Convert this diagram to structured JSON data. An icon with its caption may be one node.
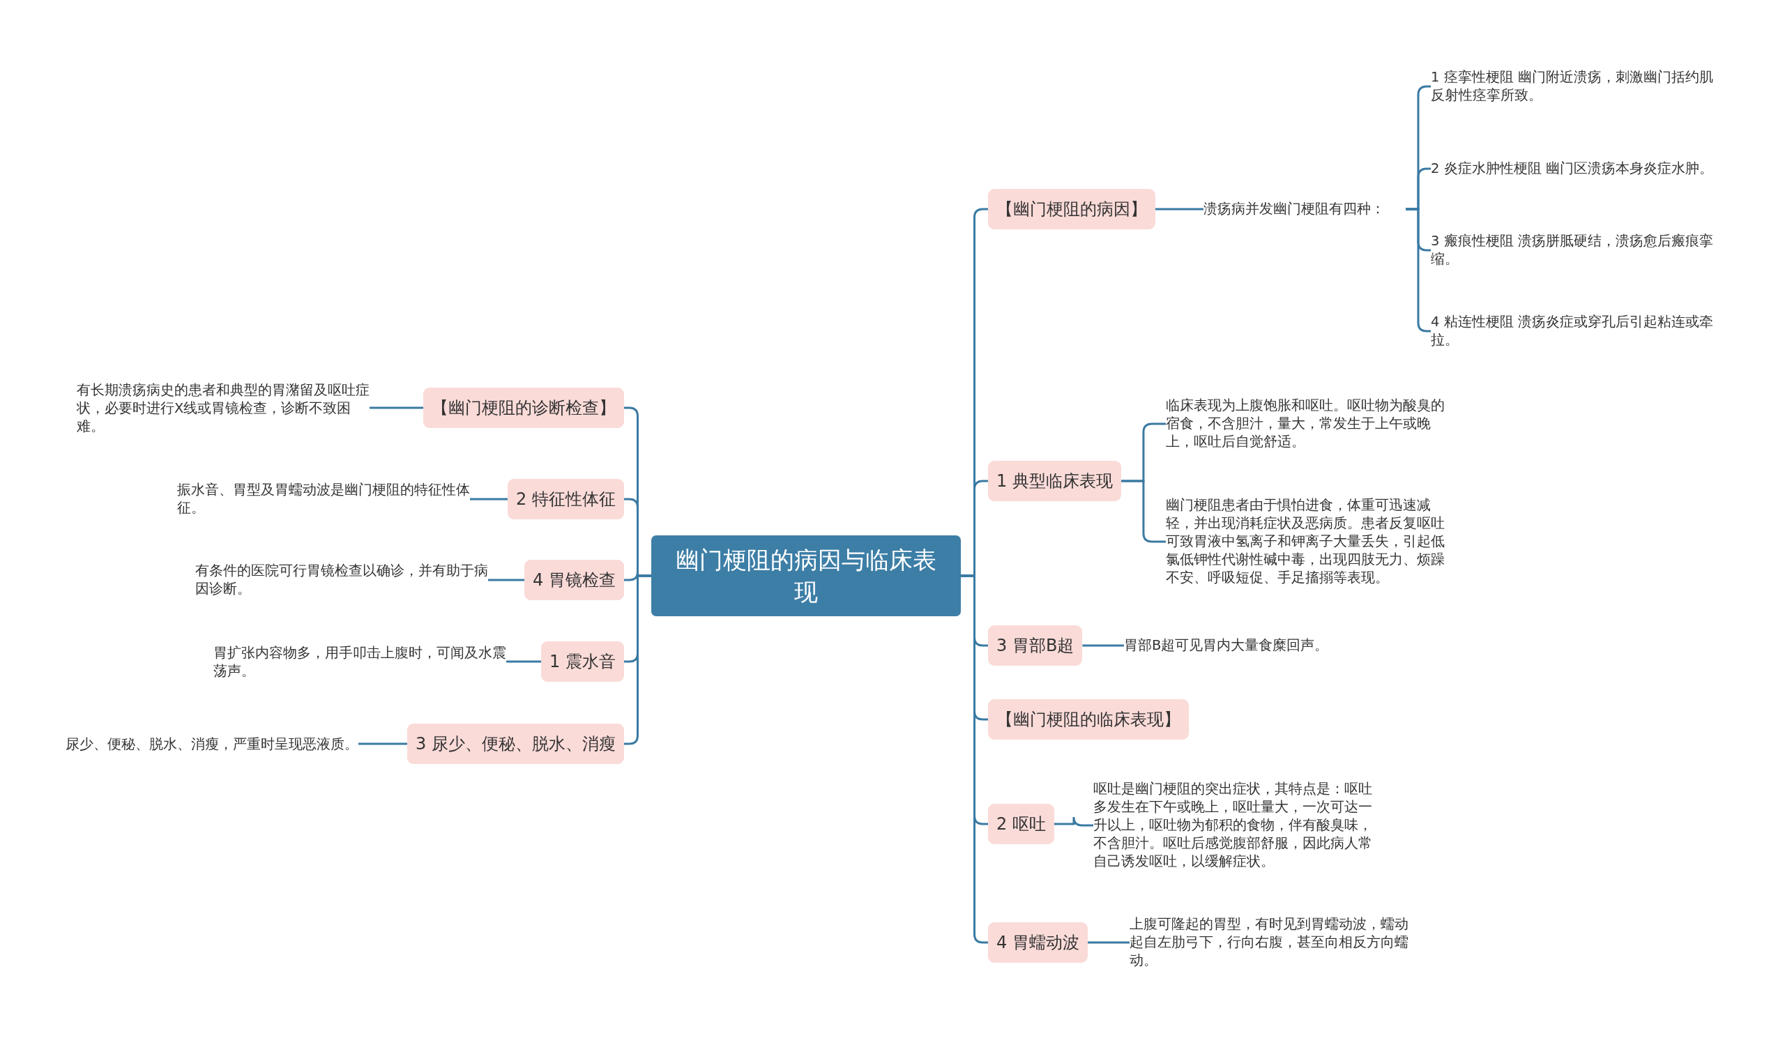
{
  "diagram": {
    "nodes": [
      {
        "text": [
          "幽门梗阻的病因与临床表现"
        ]
      },
      {
        "text": [
          "【幽门梗阻的病因】"
        ]
      },
      {
        "text": [
          "溃疡病并发幽门梗阻有四种："
        ]
      },
      {
        "text": [
          "1 痉挛性梗阻 幽门附近溃疡，刺激幽门括约肌反射性痉挛所致。"
        ]
      },
      {
        "text": [
          "2 炎症水肿性梗阻 幽门区溃疡本身炎症水肿。"
        ]
      },
      {
        "text": [
          "3 瘢痕性梗阻 溃疡胼胝硬结，溃疡愈后瘢痕挛缩。"
        ]
      },
      {
        "text": [
          "4 粘连性梗阻 溃疡炎症或穿孔后引起粘连或牵拉。"
        ]
      },
      {
        "text": [
          "1 典型临床表现"
        ]
      },
      {
        "text": [
          "临床表现为上腹饱胀和呕吐。呕吐物为酸臭的宿食，不含胆汁，量大，常发生于上午或晚上，呕吐后自觉舒适。"
        ]
      },
      {
        "text": [
          "幽门梗阻患者由于惧怕进食，体重可迅速减轻，并出现消耗症状及恶病质。患者反复呕吐可致胃液中氢离子和钾离子大量丢失，引起低氯低钾性代谢性碱中毒，出现四肢无力、烦躁不安、呼吸短促、手足搐搦等表现。"
        ]
      },
      {
        "text": [
          "3 胃部B超"
        ]
      },
      {
        "text": [
          "胃部B超可见胃内大量食糜回声。"
        ]
      },
      {
        "text": [
          "【幽门梗阻的临床表现】"
        ]
      },
      {
        "text": [
          "2 呕吐"
        ]
      },
      {
        "text": [
          "呕吐是幽门梗阻的突出症状，其特点是：呕吐多发生在下午或晚上，呕吐量大，一次可达一升以上，呕吐物为郁积的食物，伴有酸臭味，不含胆汁。呕吐后感觉腹部舒服，因此病人常自己诱发呕吐，以缓解症状。"
        ]
      },
      {
        "text": [
          "4 胃蠕动波"
        ]
      },
      {
        "text": [
          "上腹可隆起的胃型，有时见到胃蠕动波，蠕动起自左肋弓下，行向右腹，甚至向相反方向蠕动。"
        ]
      },
      {
        "text": [
          "【幽门梗阻的诊断检查】"
        ]
      },
      {
        "text": [
          "有长期溃疡病史的患者和典型的胃潴留及呕吐症状，必要时进行X线或胃镜检查，诊断不致困难。"
        ]
      },
      {
        "text": [
          "2 特征性体征"
        ]
      },
      {
        "text": [
          "振水音、胃型及胃蠕动波是幽门梗阻的特征性体征。"
        ]
      },
      {
        "text": [
          "4 胃镜检查"
        ]
      },
      {
        "text": [
          "有条件的医院可行胃镜检查以确诊，并有助于病因诊断。"
        ]
      },
      {
        "text": [
          "1 震水音"
        ]
      },
      {
        "text": [
          "胃扩张内容物多，用手叩击上腹时，可闻及水震荡声。"
        ]
      },
      {
        "text": [
          "3 尿少、便秘、脱水、消瘦"
        ]
      },
      {
        "text": [
          "尿少、便秘、脱水、消瘦，严重时呈现恶液质。"
        ]
      }
    ],
    "edges": [
      {
        "from": 0,
        "to": 1,
        "arrow": "none"
      },
      {
        "from": 1,
        "to": 2,
        "arrow": "none"
      },
      {
        "from": 2,
        "to": 3,
        "arrow": "none"
      },
      {
        "from": 2,
        "to": 4,
        "arrow": "none"
      },
      {
        "from": 2,
        "to": 5,
        "arrow": "none"
      },
      {
        "from": 2,
        "to": 6,
        "arrow": "none"
      },
      {
        "from": 0,
        "to": 7,
        "arrow": "none"
      },
      {
        "from": 7,
        "to": 8,
        "arrow": "none"
      },
      {
        "from": 7,
        "to": 9,
        "arrow": "none"
      },
      {
        "from": 0,
        "to": 10,
        "arrow": "none"
      },
      {
        "from": 10,
        "to": 11,
        "arrow": "none"
      },
      {
        "from": 0,
        "to": 12,
        "arrow": "none"
      },
      {
        "from": 0,
        "to": 13,
        "arrow": "none"
      },
      {
        "from": 13,
        "to": 14,
        "arrow": "none"
      },
      {
        "from": 0,
        "to": 15,
        "arrow": "none"
      },
      {
        "from": 15,
        "to": 16,
        "arrow": "none"
      },
      {
        "from": 0,
        "to": 17,
        "arrow": "none"
      },
      {
        "from": 17,
        "to": 18,
        "arrow": "none"
      },
      {
        "from": 0,
        "to": 19,
        "arrow": "none"
      },
      {
        "from": 19,
        "to": 20,
        "arrow": "none"
      },
      {
        "from": 0,
        "to": 21,
        "arrow": "none"
      },
      {
        "from": 21,
        "to": 22,
        "arrow": "none"
      },
      {
        "from": 0,
        "to": 23,
        "arrow": "none"
      },
      {
        "from": 23,
        "to": 24,
        "arrow": "none"
      },
      {
        "from": 0,
        "to": 25,
        "arrow": "none"
      },
      {
        "from": 25,
        "to": 26,
        "arrow": "none"
      }
    ]
  }
}
